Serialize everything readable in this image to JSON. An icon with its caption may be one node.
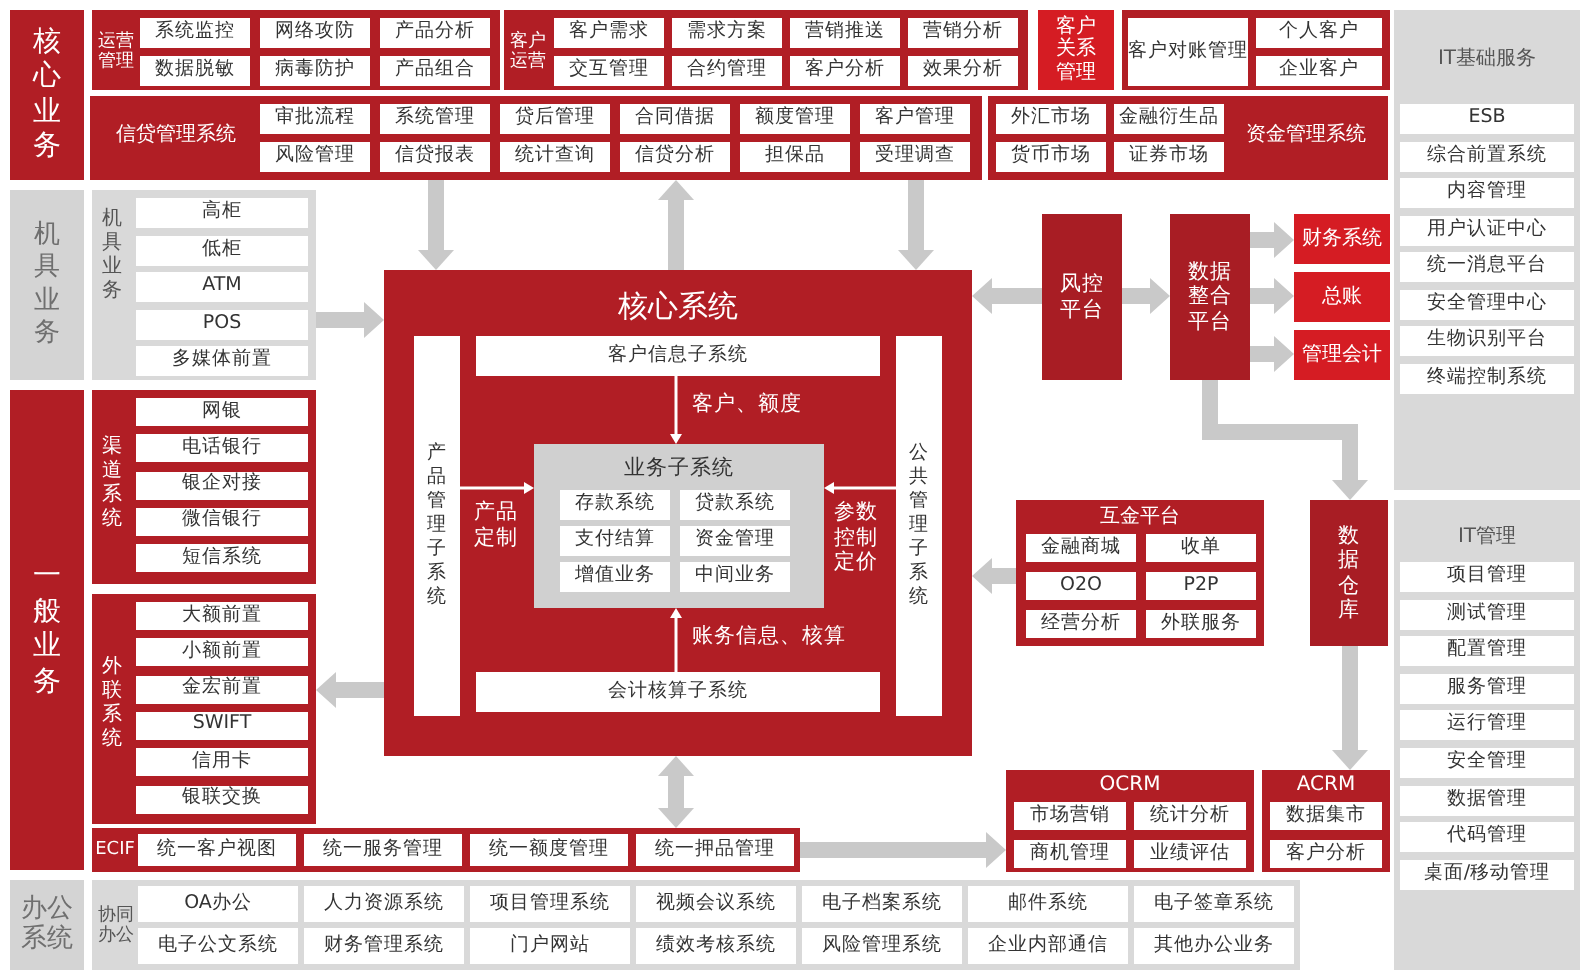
{
  "diagram": {
    "nodes": [
      {
        "text": [
          "核心业务"
        ]
      },
      {
        "text": [
          "运营管理"
        ]
      },
      {
        "text": [
          "系统监控"
        ],
        "in": 1
      },
      {
        "text": [
          "网络攻防"
        ],
        "in": 1
      },
      {
        "text": [
          "产品分析"
        ],
        "in": 1
      },
      {
        "text": [
          "数据脱敏"
        ],
        "in": 1
      },
      {
        "text": [
          "病毒防护"
        ],
        "in": 1
      },
      {
        "text": [
          "产品组合"
        ],
        "in": 1
      },
      {
        "text": [
          "客户运营"
        ]
      },
      {
        "text": [
          "客户需求"
        ],
        "in": 8
      },
      {
        "text": [
          "需求方案"
        ],
        "in": 8
      },
      {
        "text": [
          "营销推送"
        ],
        "in": 8
      },
      {
        "text": [
          "营销分析"
        ],
        "in": 8
      },
      {
        "text": [
          "交互管理"
        ],
        "in": 8
      },
      {
        "text": [
          "合约管理"
        ],
        "in": 8
      },
      {
        "text": [
          "客户分析"
        ],
        "in": 8
      },
      {
        "text": [
          "效果分析"
        ],
        "in": 8
      },
      {
        "text": [
          "客户关系管理"
        ]
      },
      {
        "text": [],
        "shape": "box"
      },
      {
        "text": [
          "客户对账管理"
        ],
        "in": 18
      },
      {
        "text": [
          "个人客户"
        ],
        "in": 18
      },
      {
        "text": [
          "企业客户"
        ],
        "in": 18
      },
      {
        "text": [
          "IT基础服务"
        ]
      },
      {
        "text": [
          "ESB"
        ],
        "in": 22
      },
      {
        "text": [
          "综合前置系统"
        ],
        "in": 22
      },
      {
        "text": [
          "内容管理"
        ],
        "in": 22
      },
      {
        "text": [
          "用户认证中心"
        ],
        "in": 22
      },
      {
        "text": [
          "统一消息平台"
        ],
        "in": 22
      },
      {
        "text": [
          "安全管理中心"
        ],
        "in": 22
      },
      {
        "text": [
          "生物识别平台"
        ],
        "in": 22
      },
      {
        "text": [
          "终端控制系统"
        ],
        "in": 22
      },
      {
        "text": [
          "信贷管理系统"
        ]
      },
      {
        "text": [
          "审批流程"
        ],
        "in": 31
      },
      {
        "text": [
          "系统管理"
        ],
        "in": 31
      },
      {
        "text": [
          "贷后管理"
        ],
        "in": 31
      },
      {
        "text": [
          "合同借据"
        ],
        "in": 31
      },
      {
        "text": [
          "额度管理"
        ],
        "in": 31
      },
      {
        "text": [
          "客户管理"
        ],
        "in": 31
      },
      {
        "text": [
          "风险管理"
        ],
        "in": 31
      },
      {
        "text": [
          "信贷报表"
        ],
        "in": 31
      },
      {
        "text": [
          "统计查询"
        ],
        "in": 31
      },
      {
        "text": [
          "信贷分析"
        ],
        "in": 31
      },
      {
        "text": [
          "担保品"
        ],
        "in": 31
      },
      {
        "text": [
          "受理调查"
        ],
        "in": 31
      },
      {
        "text": [
          "资金管理系统"
        ]
      },
      {
        "text": [
          "外汇市场"
        ],
        "in": 44
      },
      {
        "text": [
          "金融衍生品"
        ],
        "in": 44
      },
      {
        "text": [
          "货币市场"
        ],
        "in": 44
      },
      {
        "text": [
          "证券市场"
        ],
        "in": 44
      },
      {
        "text": [
          "机具业务"
        ]
      },
      {
        "text": [
          "机具业务"
        ]
      },
      {
        "text": [
          "高柜"
        ],
        "in": 50
      },
      {
        "text": [
          "低柜"
        ],
        "in": 50
      },
      {
        "text": [
          "ATM"
        ],
        "in": 50
      },
      {
        "text": [
          "POS"
        ],
        "in": 50
      },
      {
        "text": [
          "多媒体前置"
        ],
        "in": 50
      },
      {
        "text": [
          "核心系统"
        ]
      },
      {
        "text": [
          "客户信息子系统"
        ],
        "in": 56
      },
      {
        "text": [
          "产品管理子系统"
        ],
        "in": 56
      },
      {
        "text": [
          "业务子系统"
        ],
        "in": 56
      },
      {
        "text": [
          "存款系统"
        ],
        "in": 59
      },
      {
        "text": [
          "贷款系统"
        ],
        "in": 59
      },
      {
        "text": [
          "支付结算"
        ],
        "in": 59
      },
      {
        "text": [
          "资金管理"
        ],
        "in": 59
      },
      {
        "text": [
          "增值业务"
        ],
        "in": 59
      },
      {
        "text": [
          "中间业务"
        ],
        "in": 59
      },
      {
        "text": [
          "公共管理子系统"
        ],
        "in": 56
      },
      {
        "text": [
          "会计核算子系统"
        ],
        "in": 56
      },
      {
        "text": [
          "风控平台"
        ]
      },
      {
        "text": [
          "数据整合平台"
        ]
      },
      {
        "text": [
          "财务系统"
        ]
      },
      {
        "text": [
          "总账"
        ]
      },
      {
        "text": [
          "管理会计"
        ]
      },
      {
        "text": [
          "一般业务"
        ]
      },
      {
        "text": [
          "渠道系统"
        ]
      },
      {
        "text": [
          "网银"
        ],
        "in": 74
      },
      {
        "text": [
          "电话银行"
        ],
        "in": 74
      },
      {
        "text": [
          "银企对接"
        ],
        "in": 74
      },
      {
        "text": [
          "微信银行"
        ],
        "in": 74
      },
      {
        "text": [
          "短信系统"
        ],
        "in": 74
      },
      {
        "text": [
          "外联系统"
        ]
      },
      {
        "text": [
          "大额前置"
        ],
        "in": 80
      },
      {
        "text": [
          "小额前置"
        ],
        "in": 80
      },
      {
        "text": [
          "金宏前置"
        ],
        "in": 80
      },
      {
        "text": [
          "SWIFT"
        ],
        "in": 80
      },
      {
        "text": [
          "信用卡"
        ],
        "in": 80
      },
      {
        "text": [
          "银联交换"
        ],
        "in": 80
      },
      {
        "text": [
          "互金平台"
        ]
      },
      {
        "text": [
          "金融商城"
        ],
        "in": 87
      },
      {
        "text": [
          "收单"
        ],
        "in": 87
      },
      {
        "text": [
          "O2O"
        ],
        "in": 87
      },
      {
        "text": [
          "P2P"
        ],
        "in": 87
      },
      {
        "text": [
          "经营分析"
        ],
        "in": 87
      },
      {
        "text": [
          "外联服务"
        ],
        "in": 87
      },
      {
        "text": [
          "数据仓库"
        ]
      },
      {
        "text": [
          "IT管理"
        ]
      },
      {
        "text": [
          "项目管理"
        ],
        "in": 95
      },
      {
        "text": [
          "测试管理"
        ],
        "in": 95
      },
      {
        "text": [
          "配置管理"
        ],
        "in": 95
      },
      {
        "text": [
          "服务管理"
        ],
        "in": 95
      },
      {
        "text": [
          "运行管理"
        ],
        "in": 95
      },
      {
        "text": [
          "安全管理"
        ],
        "in": 95
      },
      {
        "text": [
          "数据管理"
        ],
        "in": 95
      },
      {
        "text": [
          "代码管理"
        ],
        "in": 95
      },
      {
        "text": [
          "桌面/移动管理"
        ],
        "in": 95
      },
      {
        "text": [
          "ECIF"
        ]
      },
      {
        "text": [
          "统一客户视图"
        ],
        "in": 105
      },
      {
        "text": [
          "统一服务管理"
        ],
        "in": 105
      },
      {
        "text": [
          "统一额度管理"
        ],
        "in": 105
      },
      {
        "text": [
          "统一押品管理"
        ],
        "in": 105
      },
      {
        "text": [
          "OCRM"
        ]
      },
      {
        "text": [
          "市场营销"
        ],
        "in": 110
      },
      {
        "text": [
          "统计分析"
        ],
        "in": 110
      },
      {
        "text": [
          "商机管理"
        ],
        "in": 110
      },
      {
        "text": [
          "业绩评估"
        ],
        "in": 110
      },
      {
        "text": [
          "ACRM"
        ]
      },
      {
        "text": [
          "数据集市"
        ],
        "in": 115
      },
      {
        "text": [
          "客户分析"
        ],
        "in": 115
      },
      {
        "text": [
          "办公系统"
        ]
      },
      {
        "text": [
          "协同办公"
        ]
      },
      {
        "text": [
          "OA办公"
        ],
        "in": 119
      },
      {
        "text": [
          "人力资源系统"
        ],
        "in": 119
      },
      {
        "text": [
          "项目管理系统"
        ],
        "in": 119
      },
      {
        "text": [
          "视频会议系统"
        ],
        "in": 119
      },
      {
        "text": [
          "电子档案系统"
        ],
        "in": 119
      },
      {
        "text": [
          "邮件系统"
        ],
        "in": 119
      },
      {
        "text": [
          "电子签章系统"
        ],
        "in": 119
      },
      {
        "text": [
          "电子公文系统"
        ],
        "in": 119
      },
      {
        "text": [
          "财务管理系统"
        ],
        "in": 119
      },
      {
        "text": [
          "门户网站"
        ],
        "in": 119
      },
      {
        "text": [
          "绩效考核系统"
        ],
        "in": 119
      },
      {
        "text": [
          "风险管理系统"
        ],
        "in": 119
      },
      {
        "text": [
          "企业内部通信"
        ],
        "in": 119
      },
      {
        "text": [
          "其他办公业务"
        ],
        "in": 119
      }
    ],
    "edges": [
      {
        "from": 31,
        "to": 56,
        "arrow": "to"
      },
      {
        "from": 56,
        "to": 31,
        "arrow": "to"
      },
      {
        "from": 31,
        "to": 56,
        "arrow": "to"
      },
      {
        "from": 50,
        "to": 56,
        "arrow": "to"
      },
      {
        "from": 56,
        "to": 80,
        "arrow": "to"
      },
      {
        "from": 68,
        "to": 56,
        "arrow": "to"
      },
      {
        "from": 68,
        "to": 69,
        "arrow": "to"
      },
      {
        "from": 69,
        "to": 70,
        "arrow": "to"
      },
      {
        "from": 69,
        "to": 71,
        "arrow": "to"
      },
      {
        "from": 69,
        "to": 72,
        "arrow": "to"
      },
      {
        "from": 69,
        "to": 94,
        "arrow": "to"
      },
      {
        "from": 87,
        "to": 56,
        "arrow": "to"
      },
      {
        "from": 94,
        "to": 115,
        "arrow": "to"
      },
      {
        "from": 56,
        "to": 105,
        "arrow": "both"
      },
      {
        "from": 105,
        "to": 110,
        "arrow": "to"
      },
      {
        "from": 57,
        "to": 59,
        "arrow": "to",
        "label": "客户、额度",
        "color": "#ffffff"
      },
      {
        "from": 58,
        "to": 59,
        "arrow": "to",
        "label": "产品定制",
        "color": "#ffffff"
      },
      {
        "from": 66,
        "to": 59,
        "arrow": "to",
        "label": "参数控制定价",
        "color": "#ffffff"
      },
      {
        "from": 67,
        "to": 59,
        "arrow": "to",
        "label": "账务信息、核算",
        "color": "#ffffff"
      }
    ]
  }
}
